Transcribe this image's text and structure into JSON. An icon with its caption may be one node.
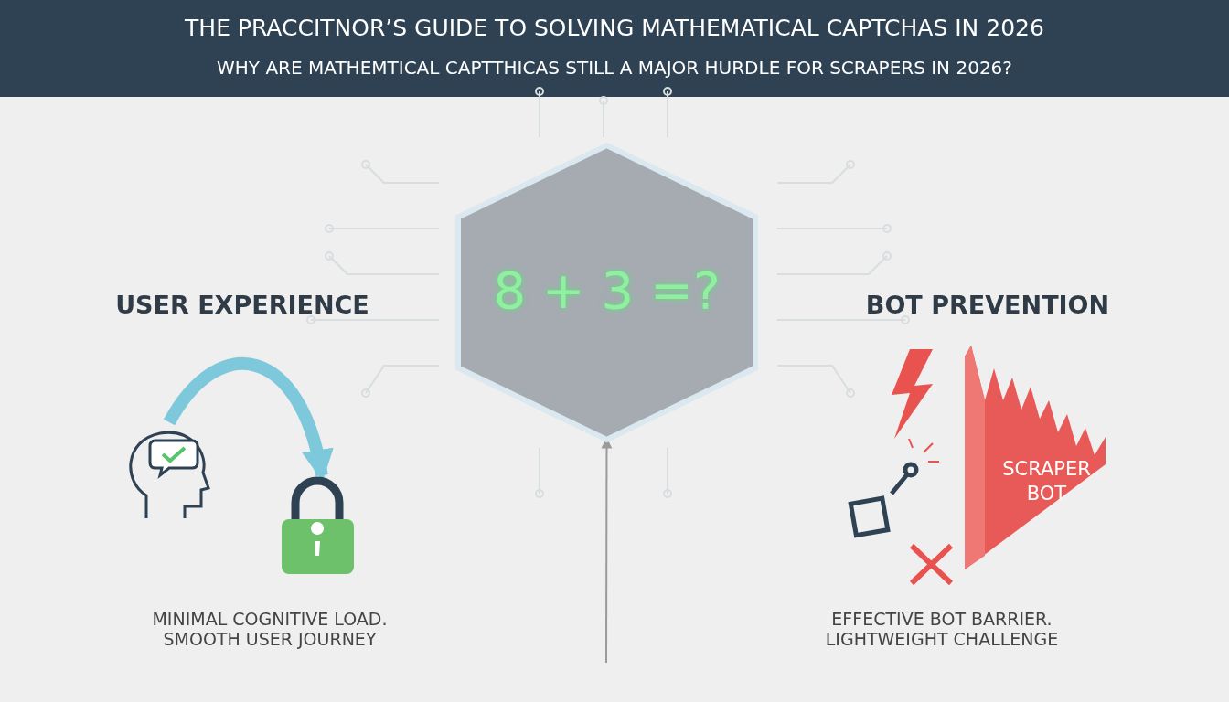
{
  "diagram": {
    "title": "THE PRACCITNOR’S GUIDE TO SOLVING MATHEMATICAL CAPTCHAS IN 2026",
    "nodes": [
      {
        "text": [
          "8 + 3 =?"
        ]
      },
      {
        "text": [],
        "shape": "picture"
      },
      {
        "text": [],
        "shape": "picture"
      },
      {
        "text": [
          "SCRAPER BOT"
        ]
      }
    ],
    "edges": [
      {
        "from": 1,
        "to": 2,
        "arrow": "to",
        "color": "#7ec8dc",
        "style": "thick"
      },
      {
        "from": null,
        "to": 0,
        "arrow": "to"
      }
    ],
    "labels": [
      "WHY ARE MATHEMTICAL CAPTTHICAS STILL A MAJOR HURDLE FOR SCRAPERS IN 2026?",
      "USER EXPERIENCE",
      "BOT PREVENTION",
      "MINIMAL COGNITIVE LOAD. SMOOTH USER JOURNEY",
      "EFFECTIVE BOT BARRIER. LIGHTWEIGHT CHALLENGE"
    ]
  }
}
